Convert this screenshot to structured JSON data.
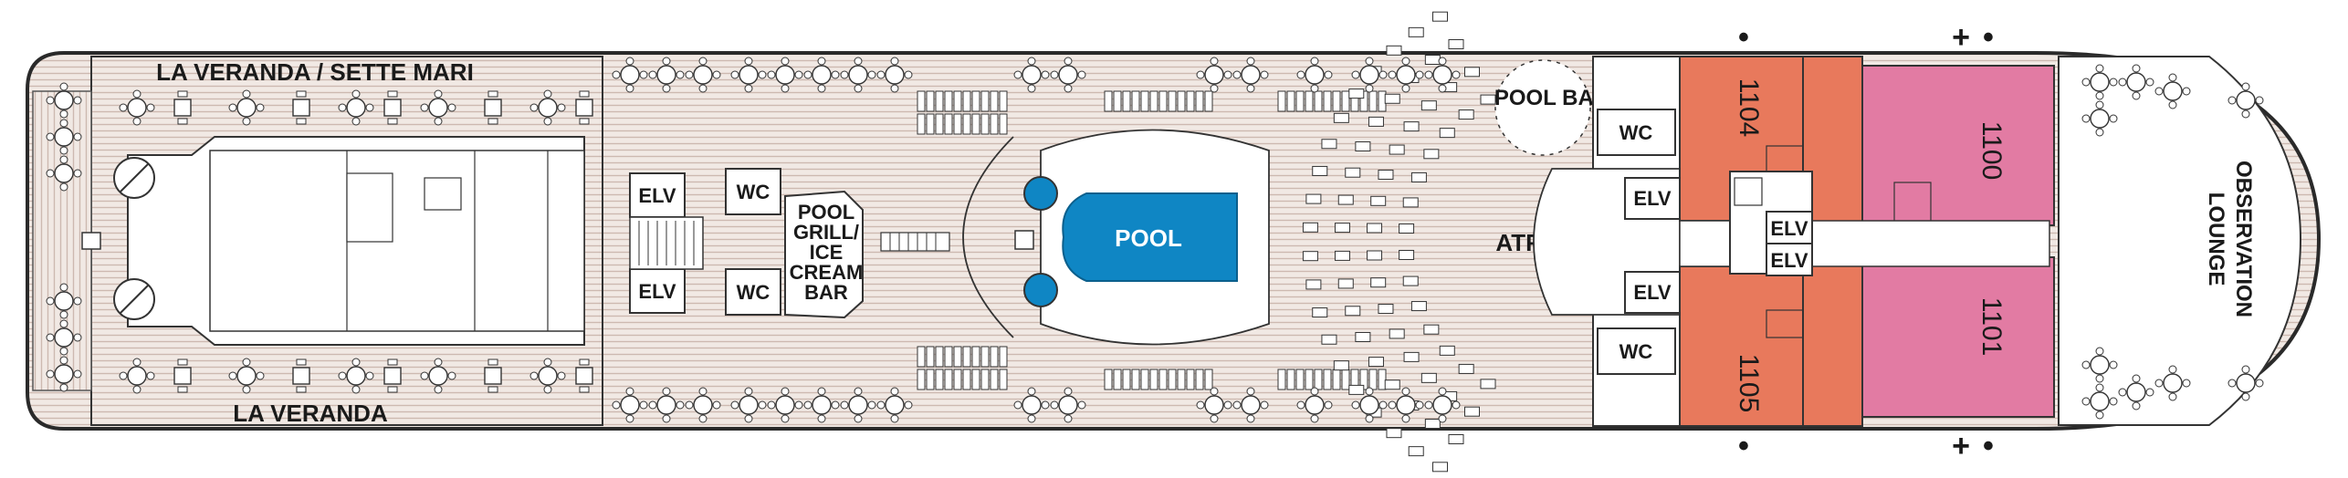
{
  "deck_plan": {
    "areas": {
      "la_veranda_sette_mari": "LA VERANDA / SETTE MARI",
      "la_veranda": "LA VERANDA",
      "pool_grill": [
        "POOL",
        "GRILL/",
        "ICE",
        "CREAM",
        "BAR"
      ],
      "pool": "POOL",
      "pool_bar": "POOL BAR",
      "atrium": "ATRIUM",
      "observation_lounge": [
        "OBSERVATION",
        "LOUNGE"
      ]
    },
    "facilities": {
      "elv": "ELV",
      "wc": "WC"
    },
    "cabins": [
      {
        "number": "1104",
        "category_color": "#e8795c"
      },
      {
        "number": "1105",
        "category_color": "#e8795c"
      },
      {
        "number": "1100",
        "category_color": "#e27ba3"
      },
      {
        "number": "1101",
        "category_color": "#e27ba3"
      }
    ],
    "markers": {
      "plus": "+",
      "dot": "•"
    },
    "colors": {
      "deck": "#ebe1dc",
      "pool": "#0f86c4",
      "cabin_orange": "#e8795c",
      "cabin_pink": "#e27ba3",
      "outline": "#2a2a2a"
    }
  }
}
